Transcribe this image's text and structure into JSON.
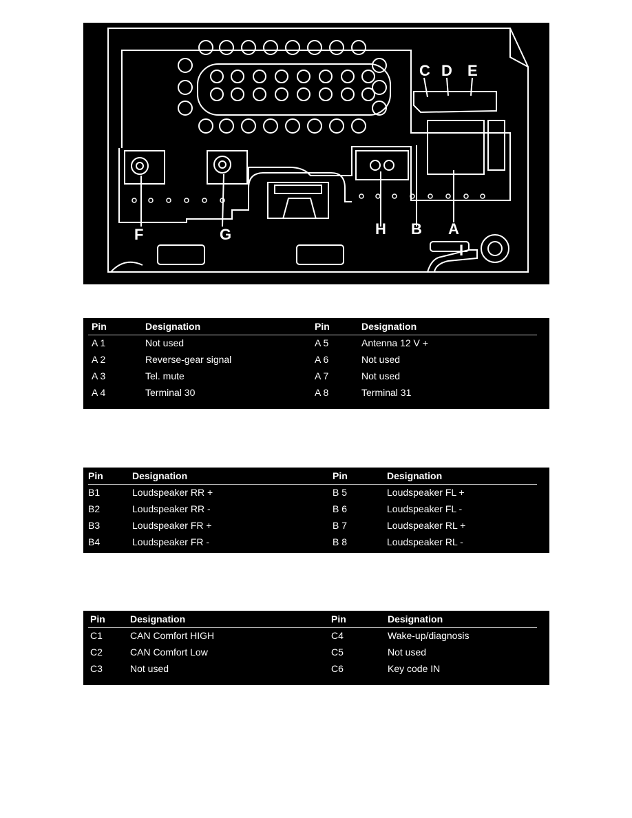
{
  "diagram": {
    "connector_labels": [
      "C",
      "D",
      "E",
      "F",
      "G",
      "H",
      "B",
      "A",
      "I"
    ]
  },
  "tables": [
    {
      "id": "A",
      "headers": [
        "Pin",
        "Designation",
        "Pin",
        "Designation"
      ],
      "rows": [
        [
          "A 1",
          "Not used",
          "A 5",
          "Antenna 12 V +"
        ],
        [
          "A 2",
          "Reverse-gear signal",
          "A 6",
          "Not used"
        ],
        [
          "A 3",
          "Tel. mute",
          "A 7",
          "Not used"
        ],
        [
          "A 4",
          "Terminal 30",
          "A 8",
          "Terminal 31"
        ]
      ]
    },
    {
      "id": "B",
      "headers": [
        "Pin",
        "Designation",
        "Pin",
        "Designation"
      ],
      "rows": [
        [
          "B1",
          "Loudspeaker RR +",
          "B 5",
          "Loudspeaker FL +"
        ],
        [
          "B2",
          "Loudspeaker RR -",
          "B 6",
          "Loudspeaker FL -"
        ],
        [
          "B3",
          "Loudspeaker FR +",
          "B 7",
          "Loudspeaker RL +"
        ],
        [
          "B4",
          "Loudspeaker FR -",
          "B 8",
          "Loudspeaker RL -"
        ]
      ]
    },
    {
      "id": "C",
      "headers": [
        "Pin",
        "Designation",
        "Pin",
        "Designation"
      ],
      "rows": [
        [
          "C1",
          "CAN Comfort HIGH",
          "C4",
          "Wake-up/diagnosis"
        ],
        [
          "C2",
          "CAN Comfort Low",
          "C5",
          "Not used"
        ],
        [
          "C3",
          "Not used",
          "C6",
          "Key code IN"
        ]
      ]
    }
  ]
}
